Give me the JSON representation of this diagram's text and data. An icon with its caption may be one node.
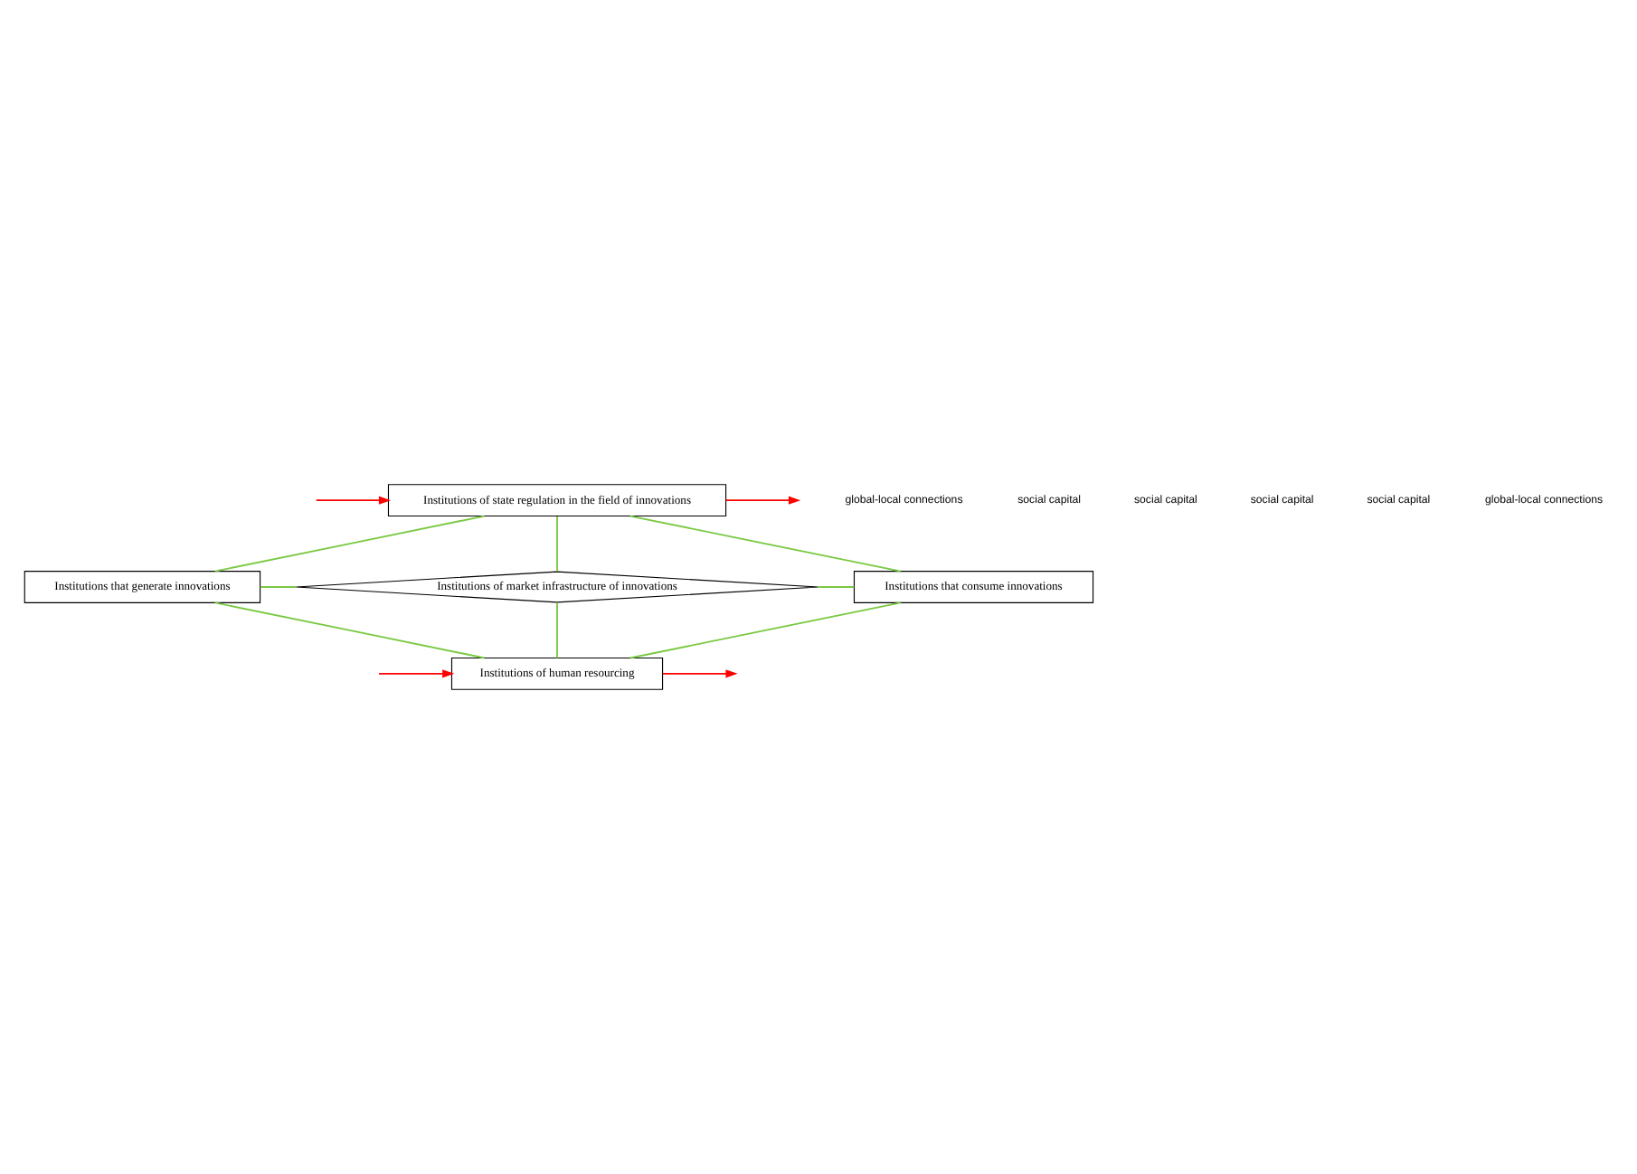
{
  "diagram": {
    "nodes": [
      {
        "text": [
          "Institutions of state regulation in the field of innovations"
        ]
      },
      {
        "text": [
          "Institutions that generate innovations"
        ]
      },
      {
        "text": [
          "Institutions of market infrastructure of innovations"
        ]
      },
      {
        "text": [
          "Institutions that consume innovations"
        ]
      },
      {
        "text": [
          "Institutions of human resourcing"
        ]
      }
    ],
    "edges": [
      {
        "from": 0,
        "to": 1,
        "arrow": "none"
      },
      {
        "from": 0,
        "to": 3,
        "arrow": "none"
      },
      {
        "from": 0,
        "to": 2,
        "arrow": "none"
      },
      {
        "from": 1,
        "to": 2,
        "arrow": "none"
      },
      {
        "from": 2,
        "to": 3,
        "arrow": "none"
      },
      {
        "from": 2,
        "to": 4,
        "arrow": "none"
      },
      {
        "from": 1,
        "to": 4,
        "arrow": "none"
      },
      {
        "from": 3,
        "to": 4,
        "arrow": "none"
      },
      {
        "from": 0,
        "to": null,
        "arrow": "to",
        "color": "#ff0000"
      },
      {
        "from": null,
        "to": 0,
        "arrow": "to",
        "color": "#ff0000"
      },
      {
        "from": null,
        "to": 4,
        "arrow": "to",
        "color": "#ff0000"
      },
      {
        "from": 4,
        "to": null,
        "arrow": "to",
        "color": "#ff0000"
      }
    ],
    "labels": [
      "global-local connections",
      "social capital",
      "social capital",
      "social capital",
      "social capital",
      "global-local connections"
    ]
  }
}
